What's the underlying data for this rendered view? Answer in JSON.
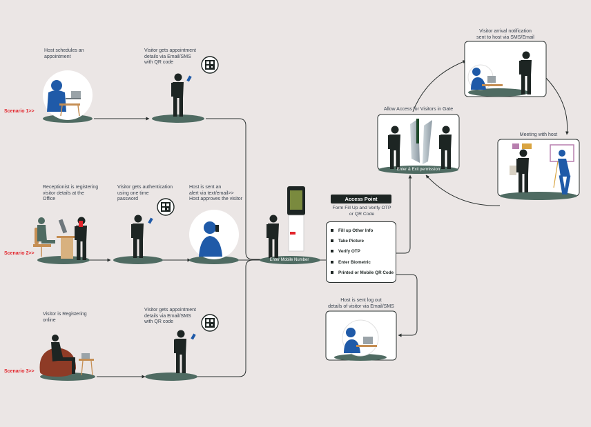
{
  "scenarios": [
    {
      "label": "Scenario 1>>"
    },
    {
      "label": "Scenario 2>>"
    },
    {
      "label": "Scenario 3>>"
    }
  ],
  "captions": {
    "host_schedules": "Host schedules an\nappointment",
    "visitor_appt_1": "Visitor gets appointment\ndetails via Email/SMS\nwith QR code",
    "receptionist": "Receptionist is registering\nvisitor details at the\nOffice",
    "visitor_auth": "Visitor gets authentication\nusing one time\npassword",
    "host_alert": "Host is sent an\nalert via text/email>>\nHost approves the visitor",
    "visitor_online": "Visitor is Registering\nonline",
    "visitor_appt_3": "Visitor gets appointment\ndetails via Email/SMS\nwith QR code",
    "allow_access": "Allow Access for Visitors in Gate",
    "arrival_notification": "Visitor arrival notification\nsent to host via SMS/Email",
    "meeting": "Meeting with host",
    "host_logout": "Host is sent log out\ndetails of visitor via Email/SMS"
  },
  "tags": {
    "kiosk_base": "Enter Mobile Number",
    "gate_base": "Enter & Exit permission"
  },
  "access_point": {
    "title": "Access Point",
    "subtitle": "Form Fill Up and Verify OTP\nor QR Code",
    "steps": [
      {
        "label": "Fill up Other Info"
      },
      {
        "label": "Take Picture"
      },
      {
        "label": "Verify OTP"
      },
      {
        "label": "Enter Biometric"
      },
      {
        "label": "Printed or Mobile QR Code"
      }
    ]
  },
  "colors": {
    "background": "#ebe6e5",
    "dark": "#1d2523",
    "accent_blue": "#1f5aa8",
    "ground": "#4f6b62",
    "scenario_red": "#e2242b",
    "desk_brown": "#c58e53"
  }
}
